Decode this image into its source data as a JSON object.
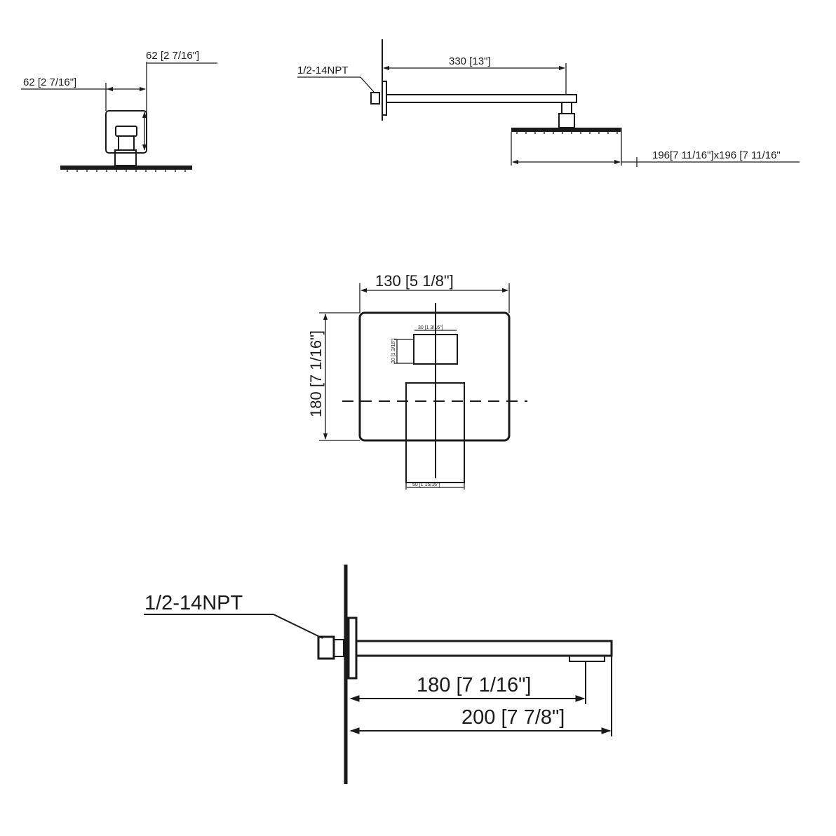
{
  "shower_head_front": {
    "depth_label": "62 [2 7/16\"]",
    "width_label": "62 [2 7/16\"]"
  },
  "shower_arm_side": {
    "thread_label": "1/2-14NPT",
    "arm_length_label": "330 [13\"]",
    "head_size_label": "196[7 11/16\"]x196 [7 11/16\""
  },
  "valve_trim_front": {
    "width_label": "130 [5 1/8\"]",
    "height_label": "180 [7 1/16\"]",
    "cartridge_width_label": "30 [1 3/16\"]",
    "cartridge_height_label": "30 [1 3/16\"]",
    "handle_width_label": "50 [1 15/16\"]"
  },
  "tub_spout_side": {
    "thread_label": "1/2-14NPT",
    "outlet_length_label": "180 [7 1/16\"]",
    "spout_length_label": "200 [7 7/8\"]"
  }
}
